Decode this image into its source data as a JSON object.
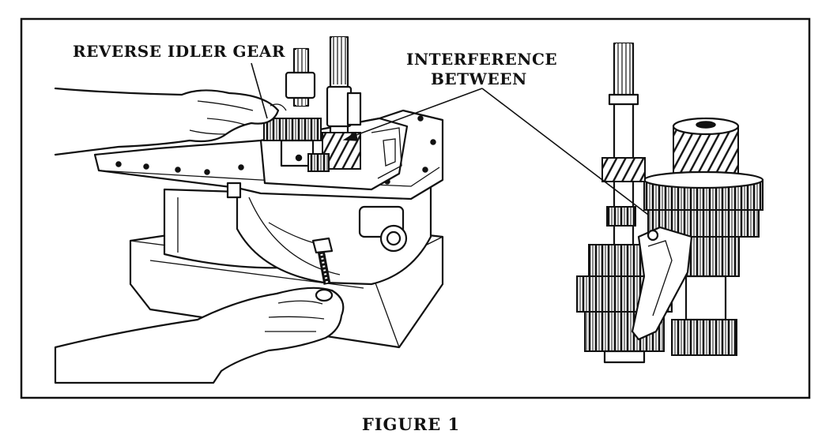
{
  "labels": {
    "reverse_idler": "REVERSE IDLER GEAR",
    "interference_line1": "INTERFERENCE",
    "interference_line2": "BETWEEN"
  },
  "caption": "FIGURE 1"
}
